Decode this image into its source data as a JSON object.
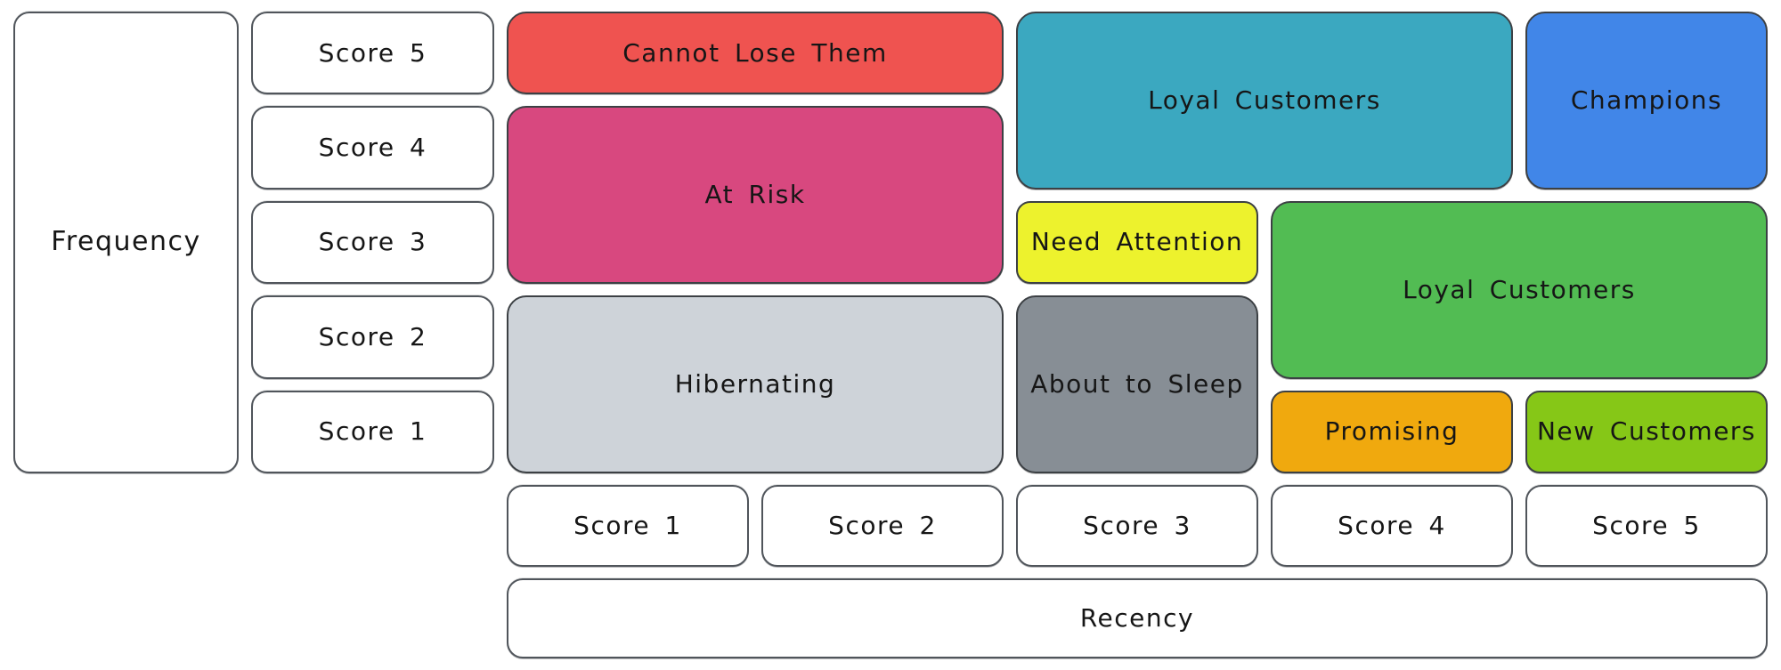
{
  "palette": {
    "background": "#ffffff",
    "stroke": "#3c4044",
    "text": "#161616"
  },
  "frequency_axis": {
    "label": "Frequency",
    "scores": [
      "Score 5",
      "Score 4",
      "Score 3",
      "Score 2",
      "Score 1"
    ]
  },
  "recency_axis": {
    "label": "Recency",
    "scores": [
      "Score 1",
      "Score 2",
      "Score 3",
      "Score 4",
      "Score 5"
    ]
  },
  "segments": [
    {
      "id": "cannot-lose-them",
      "label": "Cannot Lose Them",
      "color": "#ef5350",
      "recency_scores": "1-2",
      "frequency_scores": "5"
    },
    {
      "id": "at-risk",
      "label": "At Risk",
      "color": "#d8487f",
      "recency_scores": "1-2",
      "frequency_scores": "3-4"
    },
    {
      "id": "hibernating",
      "label": "Hibernating",
      "color": "#ced3d9",
      "recency_scores": "1-2",
      "frequency_scores": "1-2"
    },
    {
      "id": "loyal-customers-upper",
      "label": "Loyal Customers",
      "color": "#3ba8c0",
      "recency_scores": "3-4",
      "frequency_scores": "4-5"
    },
    {
      "id": "need-attention",
      "label": "Need Attention",
      "color": "#edf22d",
      "recency_scores": "3",
      "frequency_scores": "3"
    },
    {
      "id": "about-to-sleep",
      "label": "About to Sleep",
      "color": "#878e95",
      "recency_scores": "3",
      "frequency_scores": "1-2"
    },
    {
      "id": "champions",
      "label": "Champions",
      "color": "#4186e8",
      "recency_scores": "5",
      "frequency_scores": "4-5"
    },
    {
      "id": "loyal-customers-lower",
      "label": "Loyal Customers",
      "color": "#52bc53",
      "recency_scores": "4-5",
      "frequency_scores": "2-3"
    },
    {
      "id": "promising",
      "label": "Promising",
      "color": "#f0a90e",
      "recency_scores": "4",
      "frequency_scores": "1"
    },
    {
      "id": "new-customers",
      "label": "New Customers",
      "color": "#86c717",
      "recency_scores": "5",
      "frequency_scores": "1"
    }
  ]
}
